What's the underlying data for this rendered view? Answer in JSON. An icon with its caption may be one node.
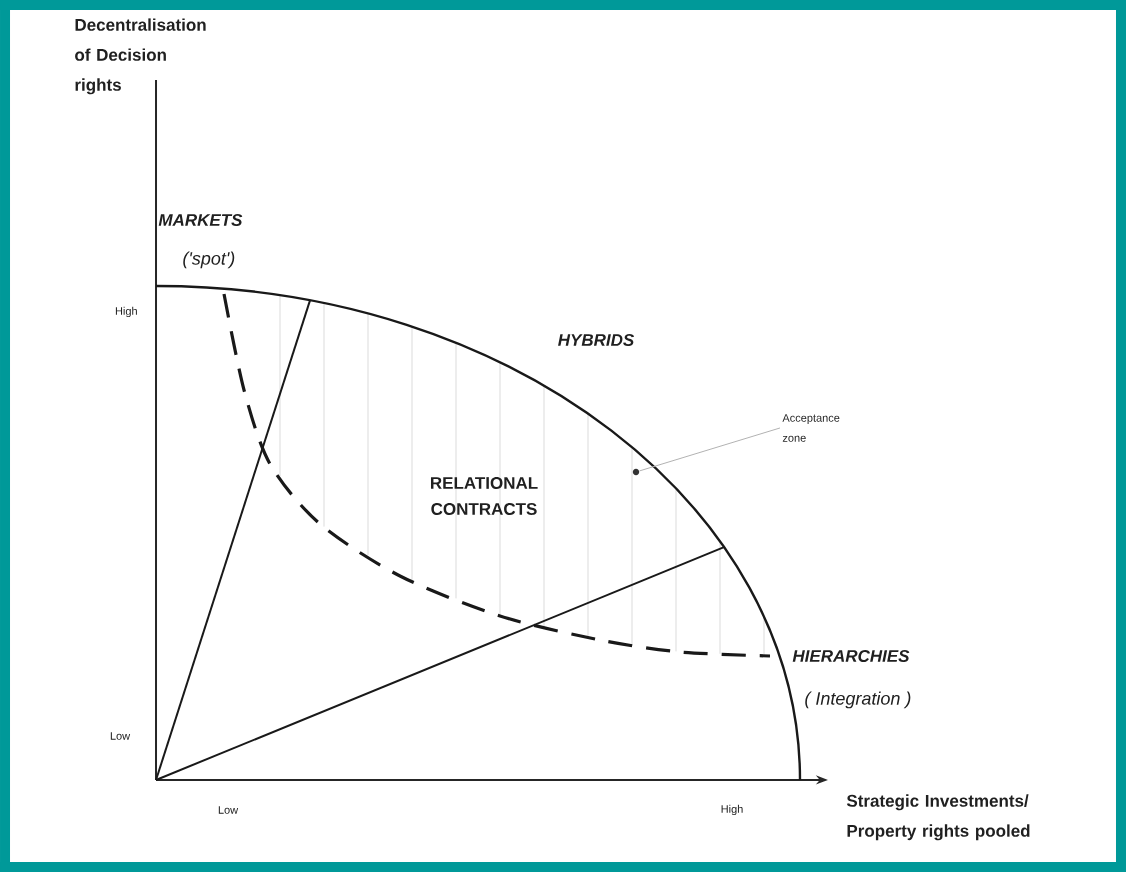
{
  "diagram": {
    "nodes": [
      {
        "text": [
          "Acceptance zone"
        ]
      },
      {
        "text": [],
        "shape": "circle"
      }
    ],
    "edges": [
      {
        "from": 0,
        "to": 1,
        "arrow": "none"
      }
    ],
    "labels": [
      "Decentralisation of Decision rights",
      "MARKETS",
      "('spot')",
      "High",
      "HYBRIDS",
      "RELATIONAL CONTRACTS",
      "HIERARCHIES",
      "( Integration )",
      "Low",
      "Low",
      "High",
      "Strategic Investments/ Property rights pooled"
    ]
  }
}
